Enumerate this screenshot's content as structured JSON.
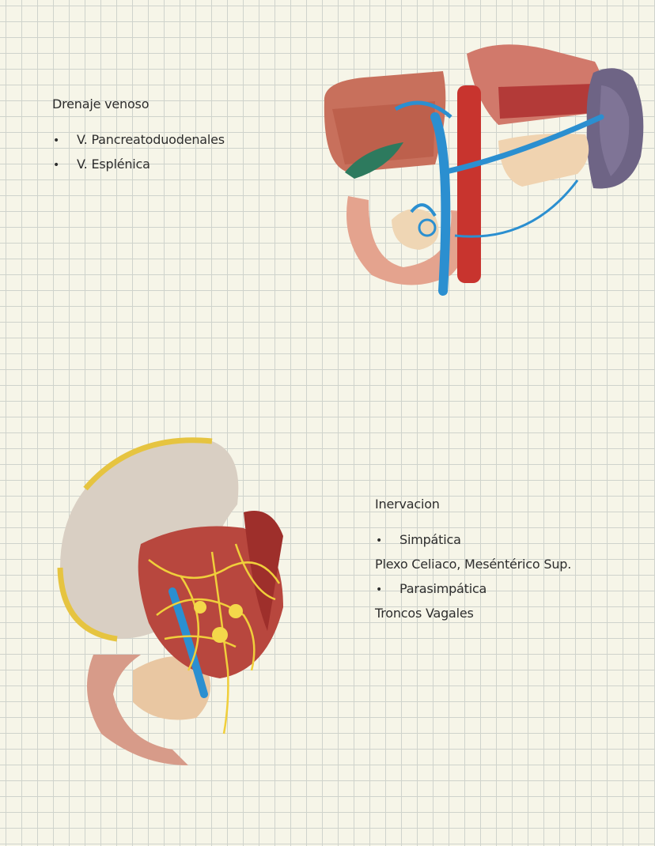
{
  "venous": {
    "heading": "Drenaje venoso",
    "items": [
      "V. Pancreatoduodenales",
      "V. Esplénica"
    ]
  },
  "innervation": {
    "heading": "Inervacion",
    "sympathetic_label": "Simpática",
    "sympathetic_detail": "Plexo Celiaco, Meséntérico Sup.",
    "parasympathetic_label": "Parasimpática",
    "parasympathetic_detail": "Troncos Vagales"
  },
  "illustrations": {
    "top": "anatomical-illustration-pancreas-veins",
    "bottom": "anatomical-illustration-pancreas-nerves"
  }
}
